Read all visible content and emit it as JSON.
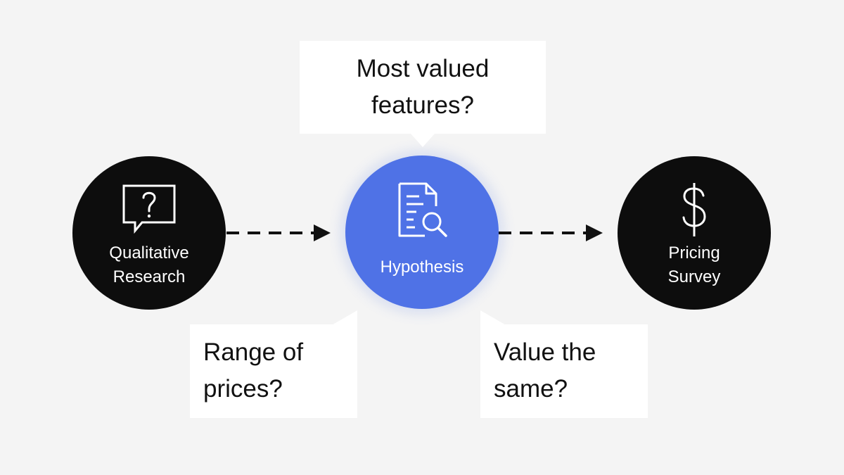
{
  "nodes": {
    "qualitative_research": {
      "line1": "Qualitative",
      "line2": "Research",
      "icon": "question-speech-bubble-icon"
    },
    "hypothesis": {
      "label": "Hypothesis",
      "icon": "document-search-icon",
      "color": "#4f72e6"
    },
    "pricing_survey": {
      "line1": "Pricing",
      "line2": "Survey",
      "icon": "dollar-sign-icon"
    }
  },
  "callouts": {
    "top": {
      "line1": "Most valued",
      "line2": "features?"
    },
    "bottom_left": {
      "line1": "Range of",
      "line2": "prices?"
    },
    "bottom_right": {
      "line1": "Value the",
      "line2": "same?"
    }
  },
  "colors": {
    "background": "#f4f4f4",
    "dark_node": "#0d0d0d",
    "accent": "#4f72e6",
    "callout": "#ffffff"
  }
}
